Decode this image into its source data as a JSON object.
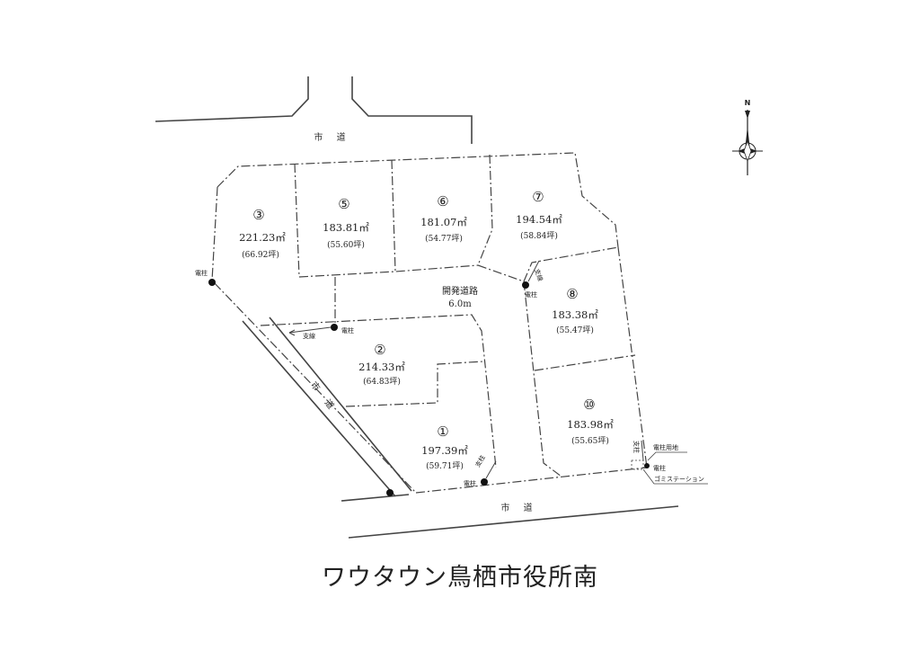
{
  "roads": {
    "north": "市 道",
    "south": "市 道",
    "west": "市 道"
  },
  "dev_road": {
    "name": "開発道路",
    "width": "6.0m"
  },
  "lots": [
    {
      "no": "①",
      "area": "197.39㎡",
      "tsubo": "(59.71坪)"
    },
    {
      "no": "②",
      "area": "214.33㎡",
      "tsubo": "(64.83坪)"
    },
    {
      "no": "③",
      "area": "221.23㎡",
      "tsubo": "(66.92坪)"
    },
    {
      "no": "⑤",
      "area": "183.81㎡",
      "tsubo": "(55.60坪)"
    },
    {
      "no": "⑥",
      "area": "181.07㎡",
      "tsubo": "(54.77坪)"
    },
    {
      "no": "⑦",
      "area": "194.54㎡",
      "tsubo": "(58.84坪)"
    },
    {
      "no": "⑧",
      "area": "183.38㎡",
      "tsubo": "(55.47坪)"
    },
    {
      "no": "⑩",
      "area": "183.98㎡",
      "tsubo": "(55.65坪)"
    }
  ],
  "annotations": {
    "pole": "電柱",
    "guy_wire": "支線",
    "support_pole": "支柱",
    "pole_land": "電柱用地",
    "garbage_station": "ゴミステーション"
  },
  "compass": {
    "north": "N"
  },
  "title": "ワウタウン鳥栖市役所南"
}
